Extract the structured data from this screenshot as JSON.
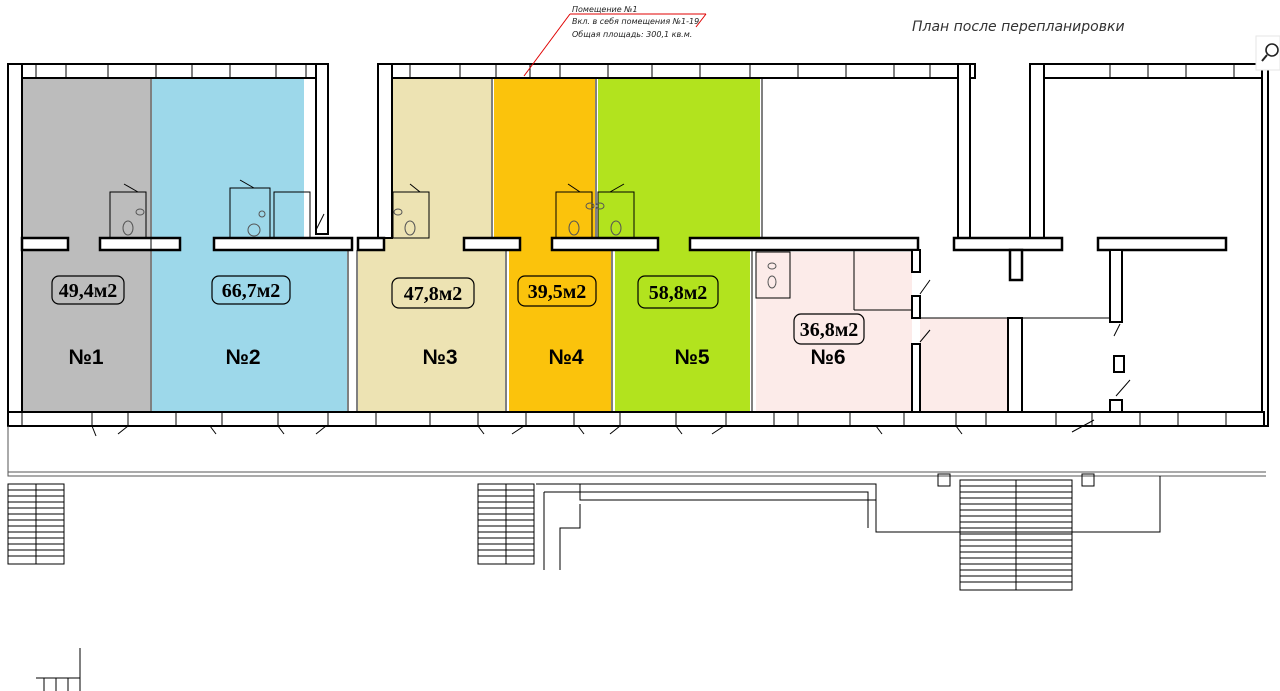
{
  "title": "План после перепланировки",
  "note": {
    "line1": "Помещение №1",
    "line2": "Вкл. в себя помещения №1-19",
    "line3": "Общая площадь: 300,1 кв.м."
  },
  "units": [
    {
      "number": "№1",
      "area": "49,4м2",
      "color": "#bcbcbc"
    },
    {
      "number": "№2",
      "area": "66,7м2",
      "color": "#9dd8ea"
    },
    {
      "number": "№3",
      "area": "47,8м2",
      "color": "#ede3b3"
    },
    {
      "number": "№4",
      "area": "39,5м2",
      "color": "#fbc30c"
    },
    {
      "number": "№5",
      "area": "58,8м2",
      "color": "#b2e31e"
    },
    {
      "number": "№6",
      "area": "36,8м2",
      "color": "#fcebe9"
    }
  ],
  "corner_icon": "zoom-icon"
}
